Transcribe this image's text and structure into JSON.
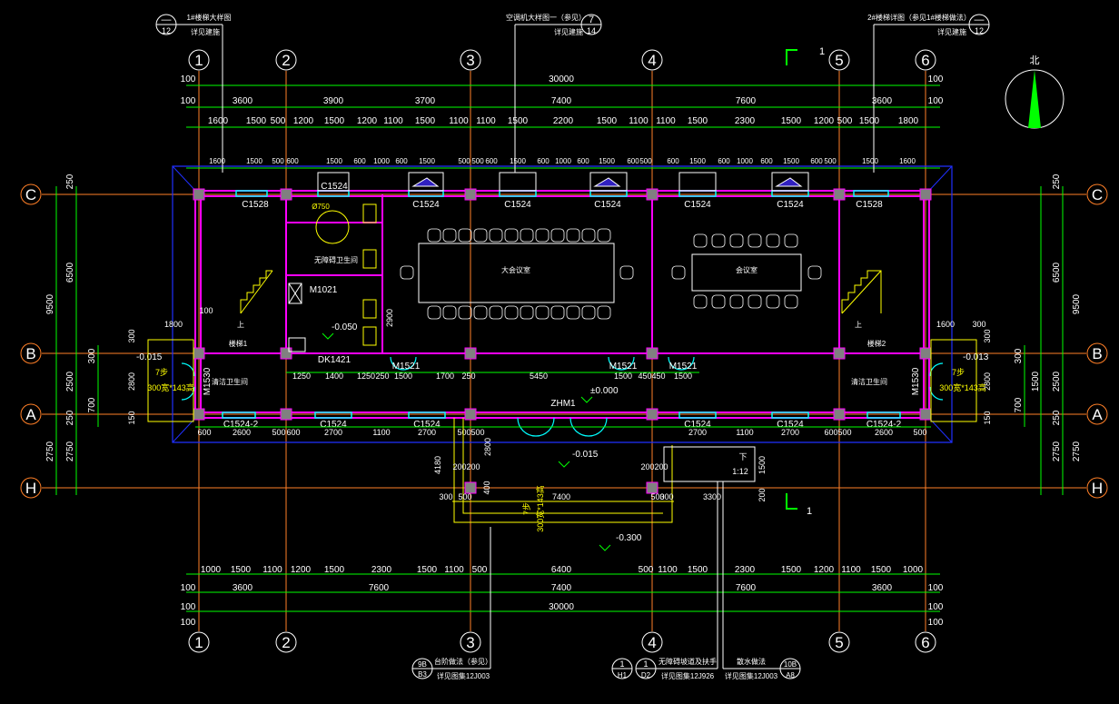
{
  "axes_top": {
    "1": "1",
    "2": "2",
    "3": "3",
    "4": "4",
    "5": "5",
    "6": "6"
  },
  "axes_side": {
    "C": "C",
    "B": "B",
    "A": "A",
    "H": "H"
  },
  "dims": {
    "total": "30000",
    "hundred": "100",
    "bays": [
      "3600",
      "3900",
      "3700",
      "7400",
      "7600",
      "3600"
    ],
    "sub": [
      "1600",
      "1500",
      "500",
      "1200",
      "1500",
      "1200",
      "1100",
      "1500",
      "1100",
      "1100",
      "1500",
      "2200",
      "1500",
      "1100",
      "1100",
      "1500",
      "2300",
      "1500",
      "1200",
      "500",
      "1500",
      "1800"
    ],
    "bottom_bays": [
      "3600",
      "7600",
      "7400",
      "7600",
      "3600"
    ],
    "bottom_sub": [
      "1000",
      "1500",
      "1100",
      "1200",
      "1500",
      "2300",
      "1500",
      "1100",
      "500",
      "6400",
      "500",
      "1100",
      "1500",
      "2300",
      "1500",
      "1200",
      "1100",
      "1500",
      "1000"
    ],
    "left": [
      "250",
      "6500",
      "9500",
      "2500",
      "300",
      "700",
      "150",
      "2750",
      "250"
    ],
    "right": [
      "250",
      "6500",
      "9500",
      "2500",
      "300",
      "1500",
      "700",
      "250",
      "150",
      "2750"
    ],
    "row2": [
      "1600",
      "1500",
      "500",
      "600",
      "1500",
      "600",
      "1000",
      "600",
      "1500",
      "500",
      "500",
      "600",
      "1500",
      "600",
      "1000",
      "600",
      "1500",
      "600",
      "500",
      "600",
      "1500",
      "600",
      "1000",
      "600",
      "1500",
      "600",
      "500",
      "1500",
      "1600"
    ],
    "corridor": [
      "1250",
      "1400",
      "1250",
      "250",
      "1500",
      "1700",
      "250",
      "5450",
      "1500",
      "450",
      "450",
      "1500"
    ],
    "front": [
      "600",
      "2600",
      "500",
      "600",
      "2700",
      "1100",
      "2700",
      "500",
      "500",
      "2700",
      "1100",
      "2700",
      "600",
      "500",
      "2600",
      "500"
    ],
    "porch": [
      "4180",
      "200",
      "200",
      "400",
      "2800",
      "300",
      "500",
      "7400",
      "500",
      "3300",
      "300",
      "200",
      "200",
      "1500",
      "200"
    ],
    "misc": [
      "1800",
      "1600",
      "300",
      "2800",
      "2900",
      "300",
      "300",
      "2800",
      "100",
      "150",
      "150"
    ]
  },
  "windows": {
    "c1528": "C1528",
    "c1524": "C1524",
    "c1524_2": "C1524-2"
  },
  "doors": {
    "m1021": "M1021",
    "m1521": "M1521",
    "m1530": "M1530",
    "dk1421": "DK1421",
    "zhm1": "ZHM1"
  },
  "rooms": {
    "toilet": "无障碍卫生间",
    "stair1": "楼梯1",
    "stair2": "楼梯2",
    "conf_big": "大会议室",
    "conf_small": "会议室",
    "up": "上",
    "janitor": "清洁卫生间"
  },
  "levels": {
    "l1": "±0.000",
    "l2": "-0.050",
    "l3": "-0.015",
    "l4": "-0.013",
    "l5": "-0.015",
    "l6": "-0.300",
    "dia": "Ø750"
  },
  "notes": {
    "top_left": "1#楼梯大样图",
    "top_left2": "详见建施",
    "top_mid": "空调机大样图一（参见）",
    "top_mid2": "详见建施",
    "top_right": "2#楼梯详图（参见1#楼梯做法）",
    "top_right2": "详见建施",
    "bl": "台阶做法（参见）",
    "bl2": "详见图集12J003",
    "bm": "无障碍坡道及扶手",
    "bm2": "详见图集12J926",
    "br": "散水做法",
    "br2": "详见图集12J003",
    "slope": "1:12",
    "steps": "7步",
    "steps2": "300宽*143高",
    "down": "下",
    "north": "北",
    "sec": "1"
  },
  "callouts": {
    "c1_top": "—",
    "c1_bot": "12",
    "c2_top": "7",
    "c2_bot": "14",
    "c3_top": "—",
    "c3_bot": "12",
    "c4_top": "9B",
    "c4_bot": "B3",
    "c5_top": "1",
    "c5_bot": "H1",
    "c6_top": "1",
    "c6_bot": "D2",
    "c7_top": "10B",
    "c7_bot": "A8"
  },
  "colors": {
    "bg": "#000000",
    "axis": "#ff7f27",
    "wall": "#ff00ff",
    "dim": "#ffffff",
    "dimline": "#00ff00",
    "window": "#00ffff",
    "furniture": "#ffffff",
    "note": "#ffff00"
  }
}
